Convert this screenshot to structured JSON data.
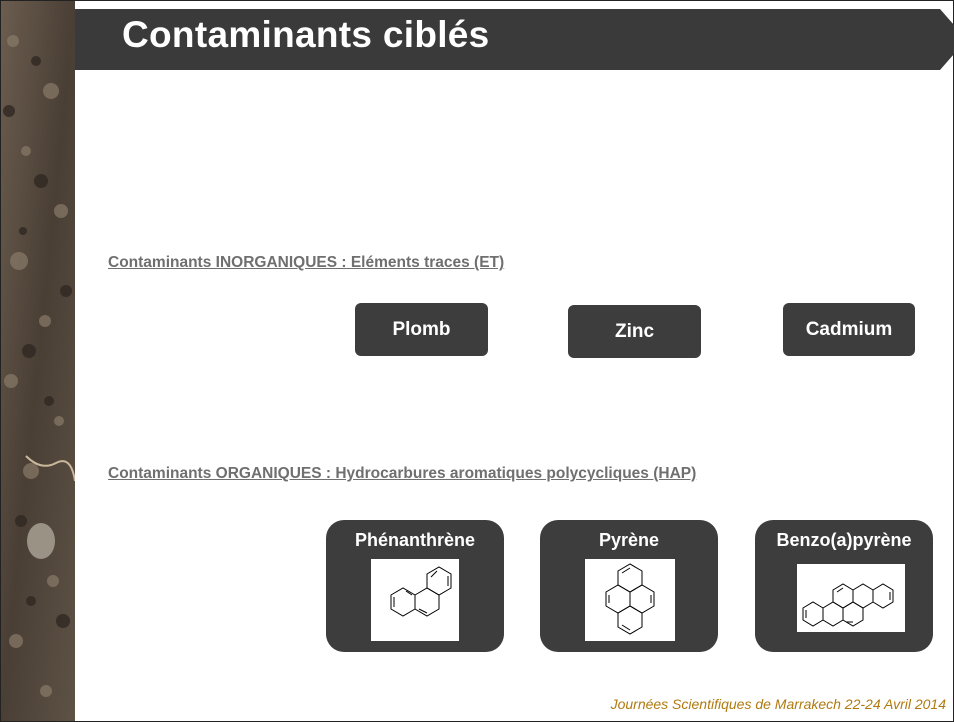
{
  "header": {
    "title": "Contaminants ciblés"
  },
  "inorganic": {
    "heading": "Contaminants INORGANIQUES : Eléments traces (ET)",
    "items": [
      {
        "label": "Plomb"
      },
      {
        "label": "Zinc"
      },
      {
        "label": "Cadmium"
      }
    ]
  },
  "organic": {
    "heading": "Contaminants ORGANIQUES : Hydrocarbures aromatiques polycycliques (HAP)",
    "items": [
      {
        "label": "Phénanthrène"
      },
      {
        "label": "Pyrène"
      },
      {
        "label": "Benzo(a)pyrène"
      }
    ]
  },
  "footer": {
    "text": "Journées Scientifiques de Marrakech 22-24 Avril 2014"
  },
  "colors": {
    "title_bar": "#3a3a3a",
    "box": "#3d3d3d",
    "section_text": "#6f6f6f",
    "footer_text": "#b07a10"
  }
}
